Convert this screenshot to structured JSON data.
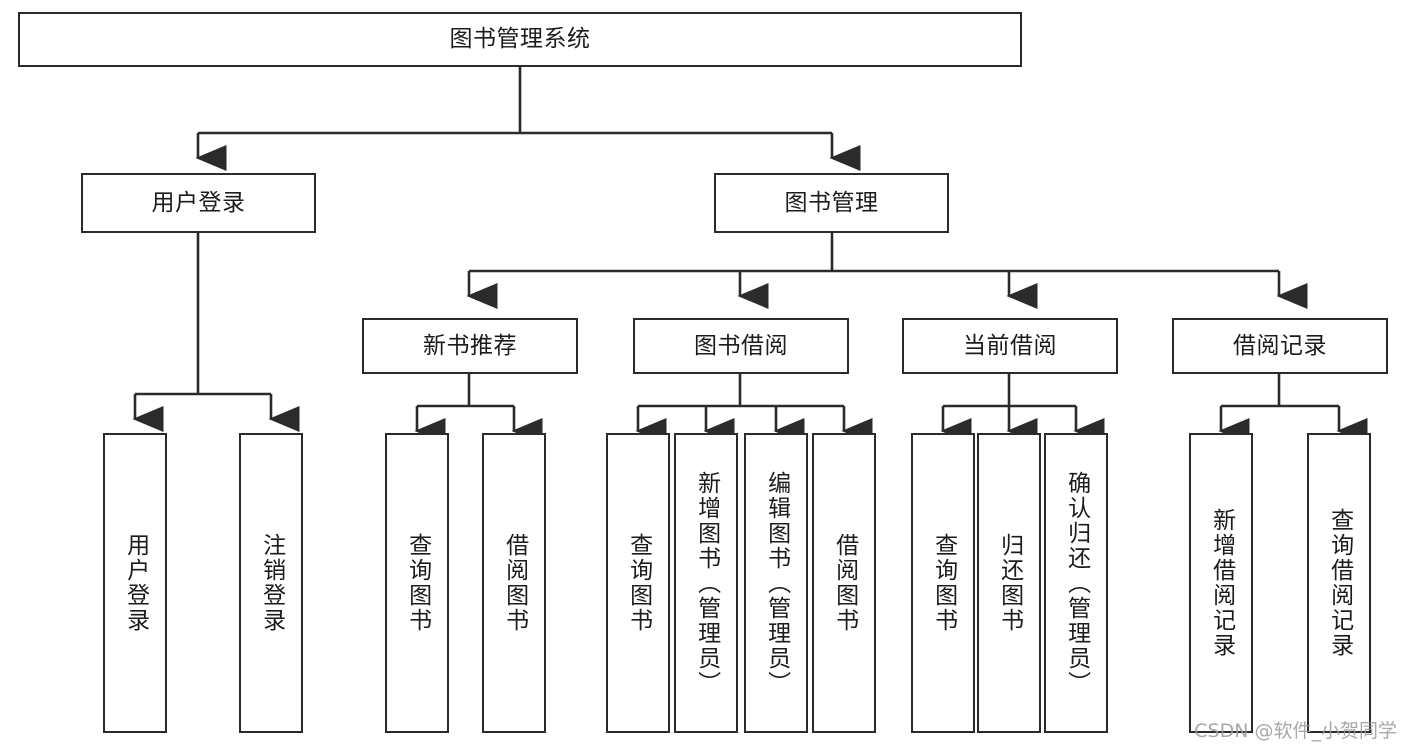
{
  "diagram": {
    "title": "图书管理系统",
    "type": "tree-hierarchy-chart",
    "orientation": "top-down",
    "colors": {
      "box_border": "#2b2b2b",
      "box_fill": "#ffffff",
      "edge": "#2b2b2b",
      "text": "#1c1c1c",
      "watermark": "#9a9a9a"
    },
    "root": {
      "label": "图书管理系统"
    },
    "level1": [
      {
        "label": "用户登录"
      },
      {
        "label": "图书管理"
      }
    ],
    "level2": [
      {
        "label": "新书推荐"
      },
      {
        "label": "图书借阅"
      },
      {
        "label": "当前借阅"
      },
      {
        "label": "借阅记录"
      }
    ],
    "leaves": {
      "user_login": [
        {
          "label": "用户登录"
        },
        {
          "label": "注销登录"
        }
      ],
      "new_book_recommend": [
        {
          "label": "查询图书"
        },
        {
          "label": "借阅图书"
        }
      ],
      "book_borrow": [
        {
          "label": "查询图书"
        },
        {
          "label": "新增图书（管理员）"
        },
        {
          "label": "编辑图书（管理员）"
        },
        {
          "label": "借阅图书"
        }
      ],
      "current_borrow": [
        {
          "label": "查询图书"
        },
        {
          "label": "归还图书"
        },
        {
          "label": "确认归还（管理员）"
        }
      ],
      "borrow_record": [
        {
          "label": "新增借阅记录"
        },
        {
          "label": "查询借阅记录"
        }
      ]
    }
  },
  "watermark": {
    "text": "CSDN @软件_小贺同学"
  }
}
